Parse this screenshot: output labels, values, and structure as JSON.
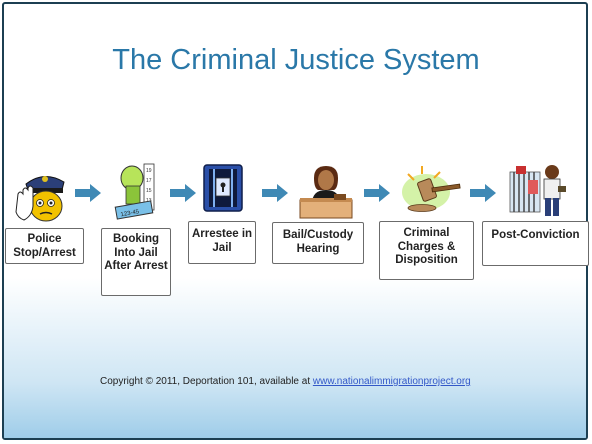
{
  "slide": {
    "title": "The Criminal Justice System"
  },
  "stages": [
    {
      "label": "Police Stop/Arrest",
      "icon": "police-officer-icon"
    },
    {
      "label": "Booking Into Jail After Arrest",
      "icon": "booking-fingerprint-icon"
    },
    {
      "label": "Arrestee in Jail",
      "icon": "jail-cell-icon"
    },
    {
      "label": "Bail/Custody Hearing",
      "icon": "judge-at-bench-icon"
    },
    {
      "label": "Criminal Charges & Disposition",
      "icon": "gavel-icon"
    },
    {
      "label": "Post-Conviction",
      "icon": "prison-release-icon"
    }
  ],
  "footer": {
    "copyright_text": "Copyright © 2011,  Deportation 101, available at ",
    "link_text": "www.nationalimmigrationproject.org"
  },
  "colors": {
    "title": "#2a78a8",
    "arrow": "#3f89b5",
    "frame": "#1c3f52",
    "link": "#3358c8"
  }
}
